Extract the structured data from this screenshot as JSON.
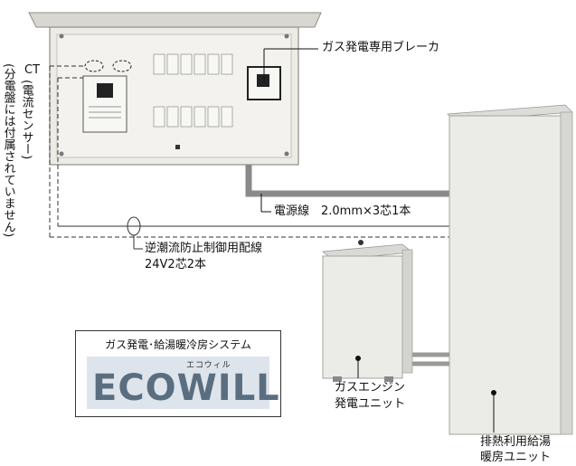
{
  "labels": {
    "breaker": "ガス発電専用ブレーカ",
    "ct_short": "CT",
    "ct_vertical": "(電流センサー)",
    "ct_note_vertical": "(分電盤には付属されていません)",
    "power_line": "電源線　2.0mm×3芯1本",
    "control_line_1": "逆潮流防止制御用配線",
    "control_line_2": "24V2芯2本",
    "generator_1": "ガスエンジン",
    "generator_2": "発電ユニット",
    "heat_unit_1": "排熱利用給湯",
    "heat_unit_2": "暖房ユニット"
  },
  "logo": {
    "title": "ガス発電･給湯暖冷房システム",
    "kana": "エコウィル",
    "word": "ECOWILL"
  },
  "colors": {
    "panel": "#ecebe6",
    "panel_edge": "#8f8e88",
    "wire_thick": "#8a8a8a",
    "unit_body": "#ebebe8",
    "logo_bg": "#dde4ec",
    "logo_text": "#5a6e80"
  }
}
